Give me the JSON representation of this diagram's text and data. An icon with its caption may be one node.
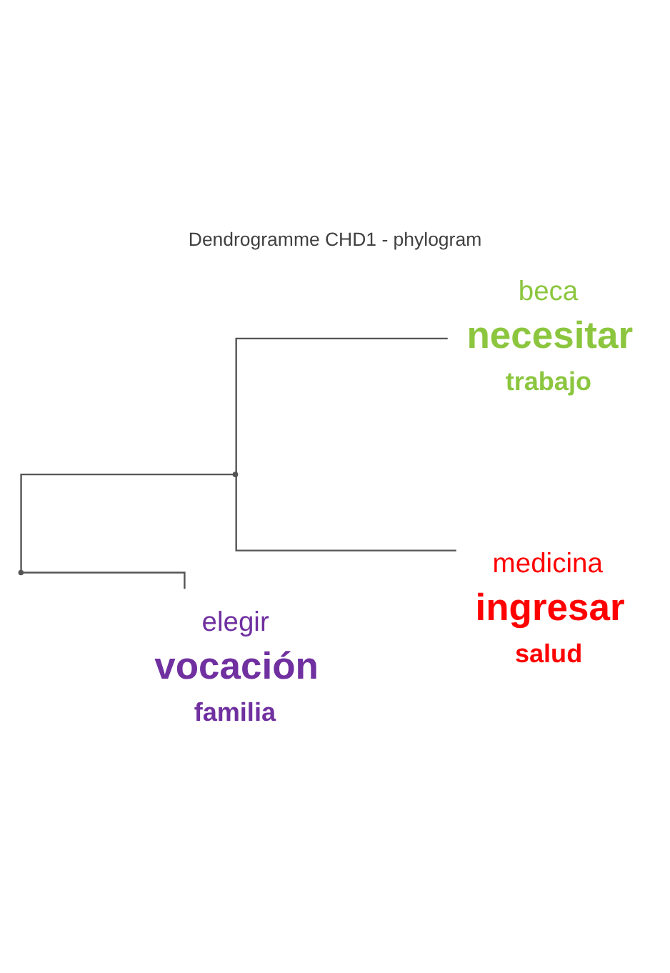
{
  "diagram": {
    "title": "Dendrogramme CHD1 - phylogram",
    "nodes": [
      {
        "text": [],
        "shape": "point"
      },
      {
        "text": [],
        "shape": "point"
      },
      {
        "text": [
          "beca",
          "necesitar",
          "trabajo"
        ]
      },
      {
        "text": [
          "medicina",
          "ingresar",
          "salud"
        ]
      },
      {
        "text": [
          "elegir",
          "vocación",
          "familia"
        ]
      }
    ],
    "edges": [
      {
        "from": 0,
        "to": 1,
        "arrow": "none"
      },
      {
        "from": 1,
        "to": 2,
        "arrow": "none"
      },
      {
        "from": 1,
        "to": 3,
        "arrow": "none"
      },
      {
        "from": 0,
        "to": 4,
        "arrow": "none"
      }
    ]
  }
}
